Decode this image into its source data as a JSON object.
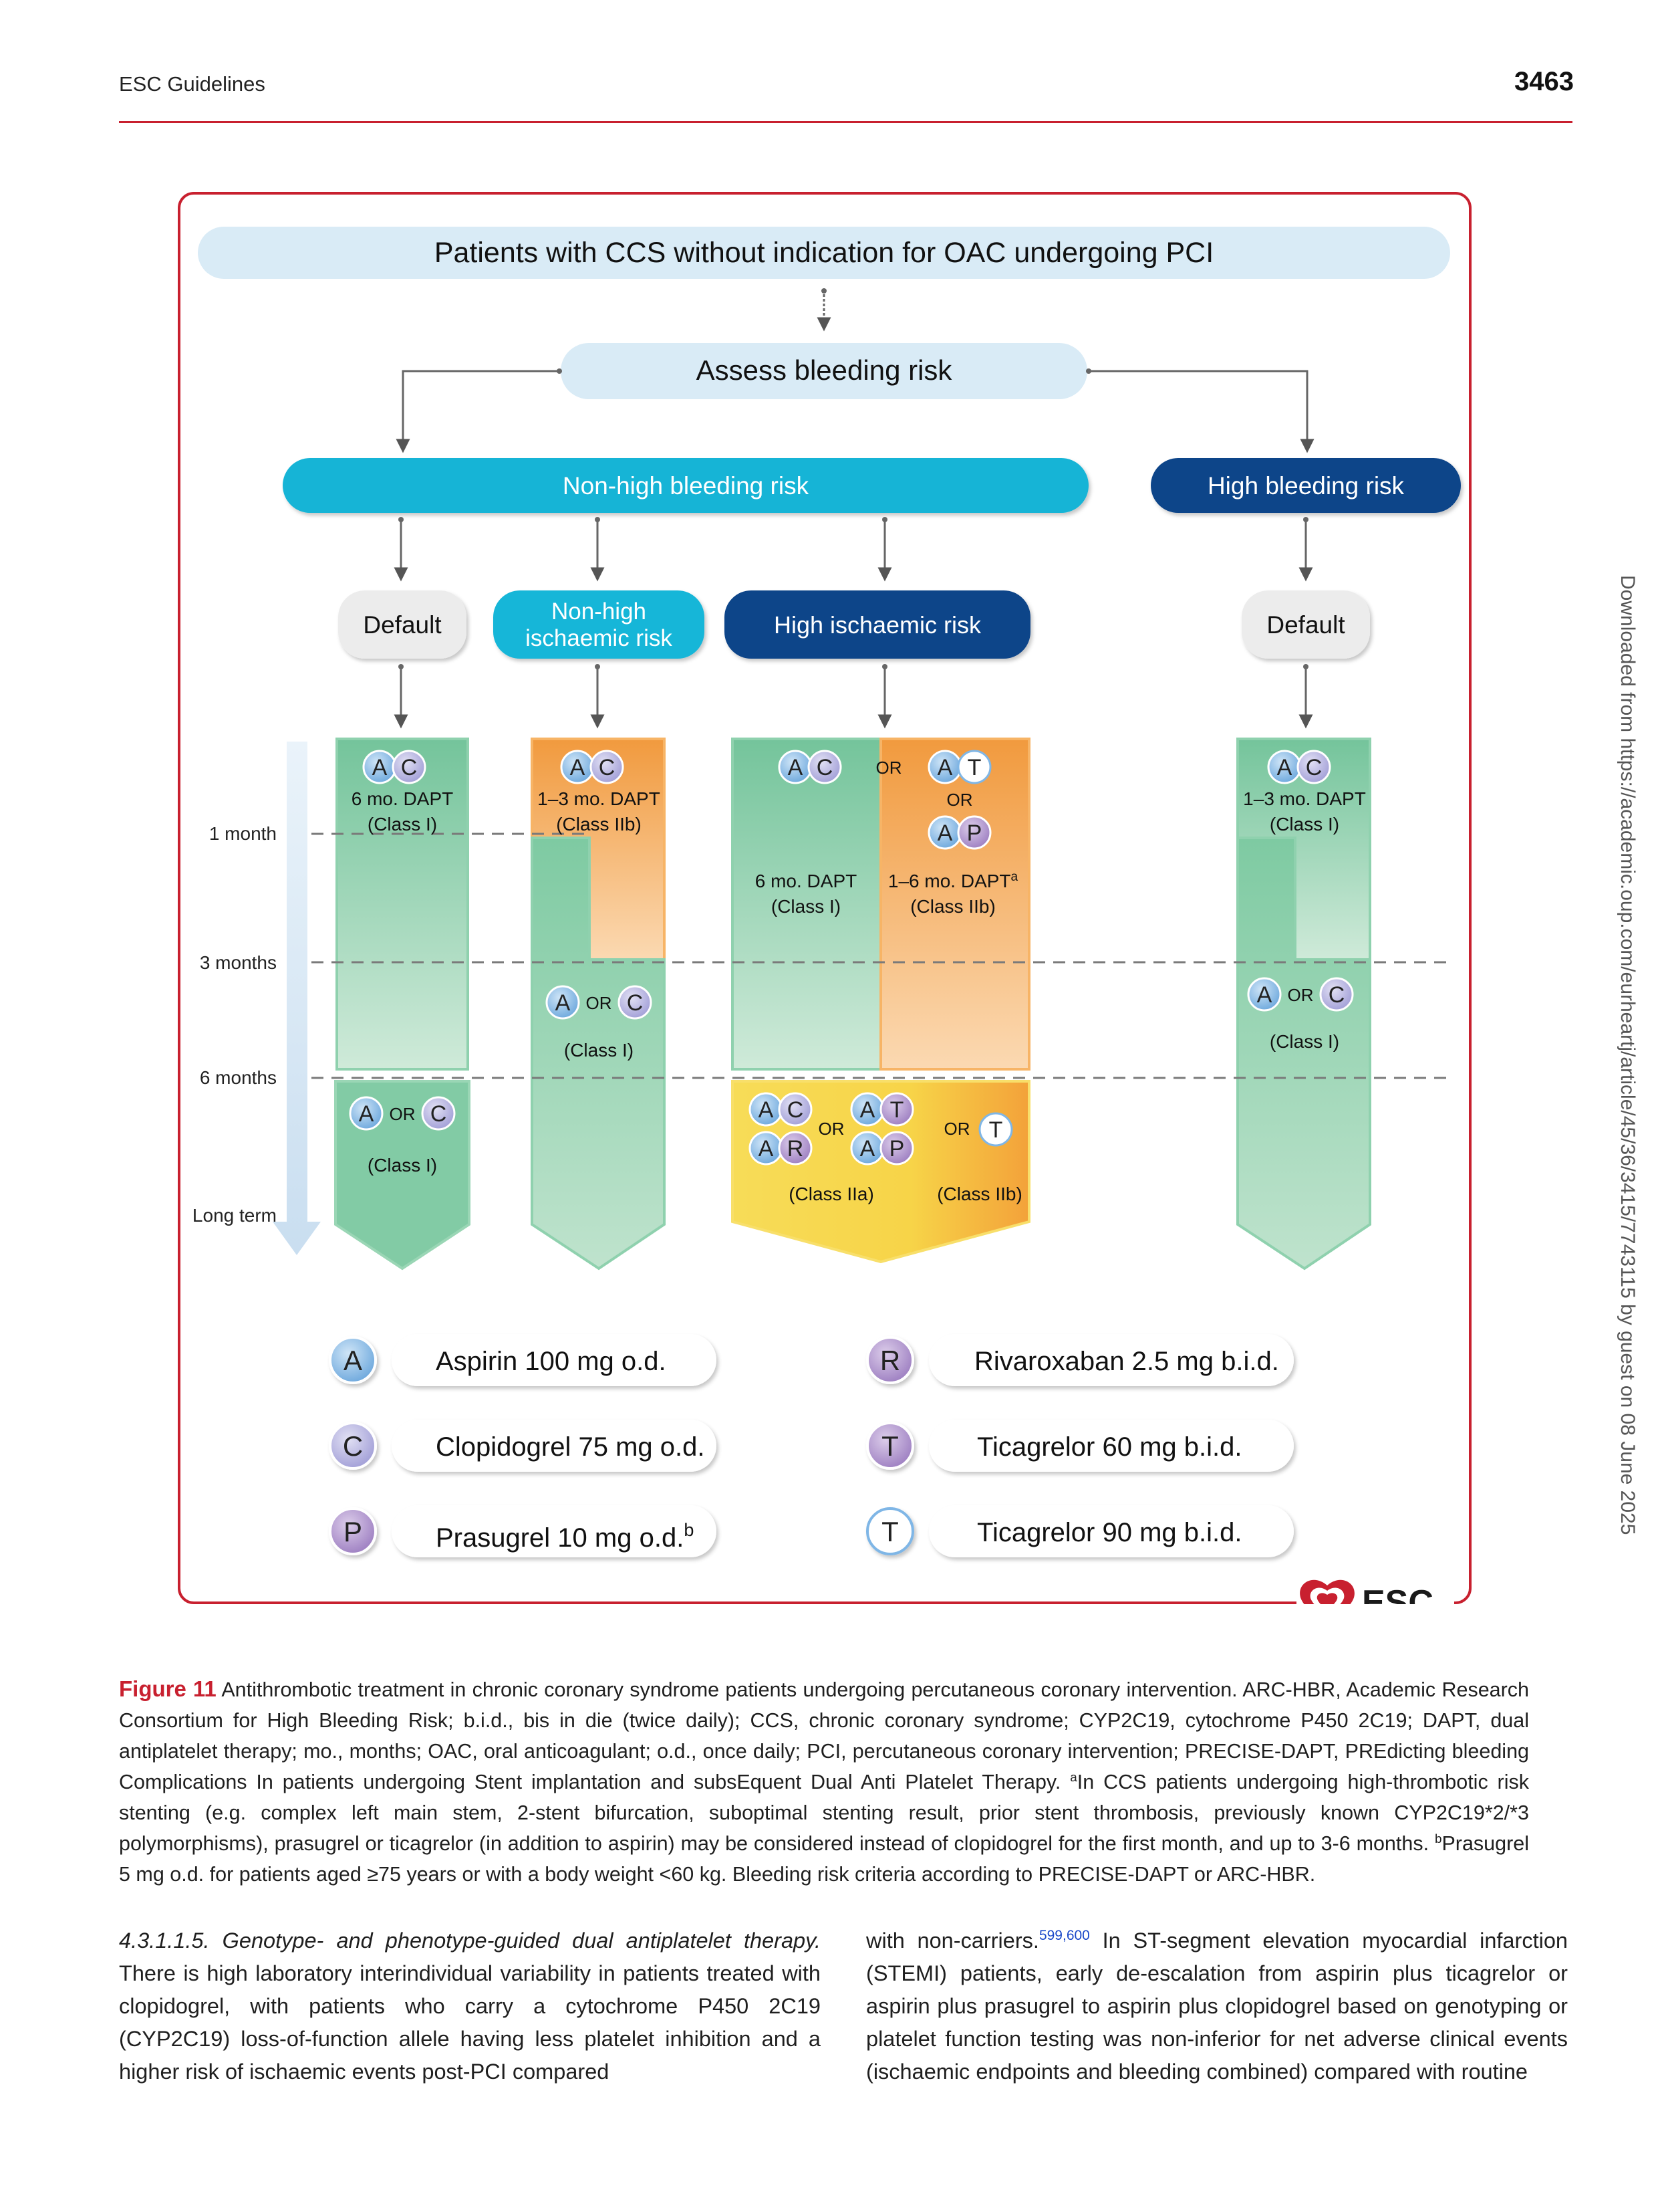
{
  "header": {
    "journal": "ESC Guidelines",
    "page": "3463"
  },
  "side_note": "Downloaded from https://academic.oup.com/eurheartj/article/45/36/3415/7743115 by guest on 08 June 2025",
  "figure": {
    "top_box": "Patients with CCS without indication for OAC undergoing PCI",
    "assess_box": "Assess bleeding risk",
    "non_high_bleeding": "Non-high bleeding risk",
    "high_bleeding": "High bleeding risk",
    "default_label": "Default",
    "default_label_hbr": "Default",
    "non_high_isch_1": "Non-high",
    "non_high_isch_2": "ischaemic risk",
    "high_isch": "High ischaemic risk",
    "time_labels": [
      "1 month",
      "3 months",
      "6 months",
      "Long term"
    ],
    "or_word": "OR",
    "col1": {
      "dapt": "6 mo. DAPT",
      "cls": "(Class I)",
      "long_cls": "(Class I)"
    },
    "col2": {
      "dapt": "1–3 mo. DAPT",
      "cls": "(Class IIb)",
      "mono_cls": "(Class I)"
    },
    "col3": {
      "left_dapt": "6 mo. DAPT",
      "left_cls": "(Class I)",
      "right_dapt": "1–6 mo. DAPT",
      "right_sup": "a",
      "right_cls": "(Class IIb)",
      "long_cls_left": "(Class IIa)",
      "long_cls_right": "(Class IIb)"
    },
    "col4": {
      "dapt": "1–3 mo. DAPT",
      "cls": "(Class I)",
      "mono_cls": "(Class I)"
    },
    "legend": [
      {
        "letter": "A",
        "text": "Aspirin 100 mg o.d.",
        "sup": ""
      },
      {
        "letter": "C",
        "text": "Clopidogrel 75 mg o.d.",
        "sup": ""
      },
      {
        "letter": "P",
        "text": "Prasugrel 10 mg o.d.",
        "sup": "b"
      },
      {
        "letter": "R",
        "text": "Rivaroxaban 2.5 mg b.i.d.",
        "sup": ""
      },
      {
        "letter": "T",
        "text": "Ticagrelor 60 mg b.i.d.",
        "sup": ""
      },
      {
        "letter": "T",
        "text": "Ticagrelor 90 mg b.i.d.",
        "sup": ""
      }
    ],
    "esc_logo": "ESC",
    "colors": {
      "light_blue": "#d8eaf5",
      "cyan": "#12b5d8",
      "navy": "#0e4488",
      "green": "#7fcaa3",
      "orange": "#f2a04a",
      "yellow": "#f9d33b",
      "circle_a": "#7fb6e6",
      "circle_c": "#b7b4e2",
      "circle_p": "#a98cc7",
      "circle_r": "#a98cc7",
      "circle_t60": "#a98cc7",
      "circle_t90": "#ffffff",
      "red": "#c8202f"
    }
  },
  "caption": {
    "label": "Figure 11",
    "text": "Antithrombotic treatment in chronic coronary syndrome patients undergoing percutaneous coronary intervention. ARC-HBR, Academic Research Consortium for High Bleeding Risk; b.i.d., bis in die (twice daily); CCS, chronic coronary syndrome; CYP2C19, cytochrome P450 2C19; DAPT, dual antiplatelet therapy; mo., months; OAC, oral anticoagulant; o.d., once daily; PCI, percutaneous coronary intervention; PRECISE-DAPT, PREdicting bleeding Complications In patients undergoing Stent implantation and subsEquent Dual Anti Platelet Therapy. ",
    "note_a_mark": "a",
    "note_a": "In CCS patients undergoing high-thrombotic risk stenting (e.g. complex left main stem, 2-stent bifurcation, suboptimal stenting result, prior stent thrombosis, previously known CYP2C19*2/*3 polymorphisms), prasugrel or ticagrelor (in addition to aspirin) may be considered instead of clopidogrel for the first month, and up to 3-6 months. ",
    "note_b_mark": "b",
    "note_b": "Prasugrel 5 mg o.d. for patients aged ≥75 years or with a body weight <60 kg. Bleeding risk criteria according to PRECISE-DAPT or ARC-HBR."
  },
  "body": {
    "heading": "4.3.1.1.5. Genotype- and phenotype-guided dual antiplatelet therapy.",
    "left_text": " There is high laboratory interindividual variability in patients treated with clopidogrel, with patients who carry a cytochrome P450 2C19 (CYP2C19) loss-of-function allele having less platelet inhibition and a higher risk of ischaemic events post-PCI compared",
    "right_text_1": "with non-carriers.",
    "ref": "599,600",
    "right_text_2": " In ST-segment elevation myocardial infarction (STEMI) patients, early de-escalation from aspirin plus ticagrelor or aspirin plus prasugrel to aspirin plus clopidogrel based on genotyping or platelet function testing was non-inferior for net adverse clinical events (ischaemic endpoints and bleeding combined) compared with routine"
  }
}
